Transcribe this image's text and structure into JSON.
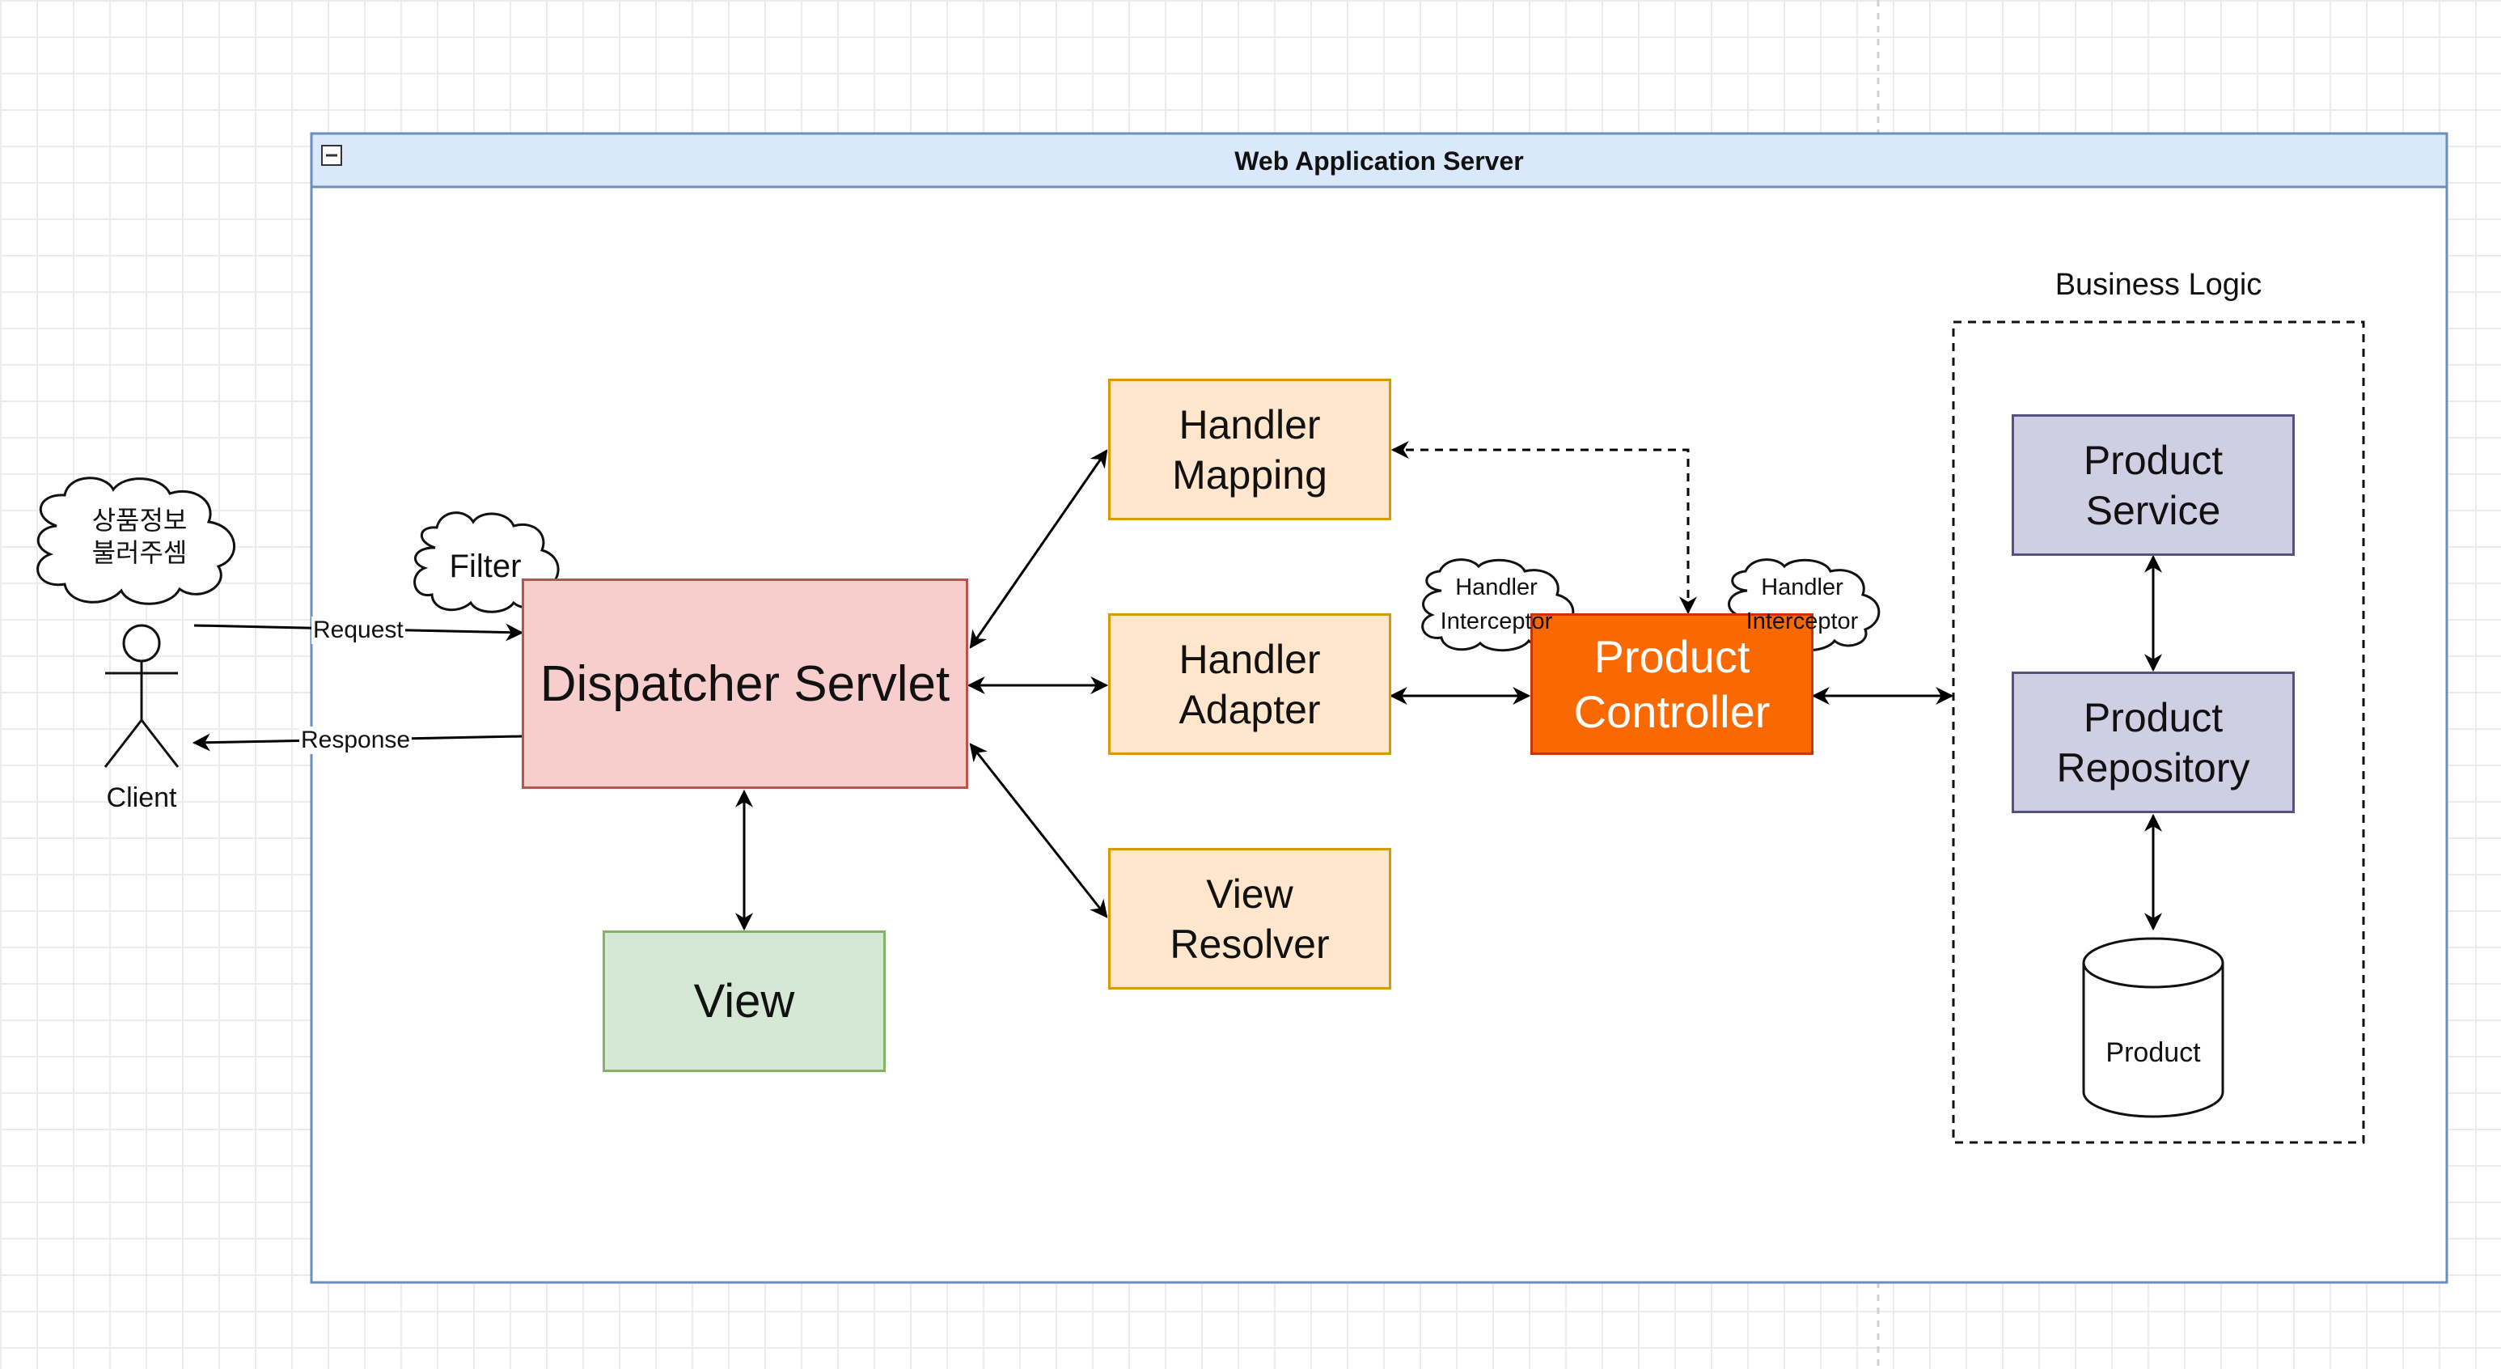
{
  "container": {
    "title": "Web Application Server"
  },
  "client": {
    "label": "Client",
    "thought": "상품정보\n불러주셈"
  },
  "filter": {
    "label": "Filter"
  },
  "edges": {
    "request": "Request",
    "response": "Response"
  },
  "nodes": {
    "dispatcher_servlet": "Dispatcher Servlet",
    "handler_mapping": "Handler\nMapping",
    "handler_adapter": "Handler\nAdapter",
    "view_resolver": "View\nResolver",
    "view": "View",
    "product_controller": "Product\nController",
    "product_service": "Product\nService",
    "product_repository": "Product\nRepository",
    "product_db": "Product"
  },
  "interceptors": {
    "left": "Handler\nInterceptor",
    "right": "Handler\nInterceptor"
  },
  "business_logic": {
    "title": "Business Logic"
  },
  "colors": {
    "container_header": "#dae8fc",
    "container_border": "#6c8ebf",
    "orange_fill": "#ffe6cc",
    "orange_border": "#d79b00",
    "red_fill": "#f8cecc",
    "red_border": "#b85450",
    "green_fill": "#d5e8d4",
    "green_border": "#82b366",
    "purple_fill": "#d0cee2",
    "purple_border": "#56517e",
    "controller_fill": "#fa6800",
    "controller_border": "#c73500"
  }
}
